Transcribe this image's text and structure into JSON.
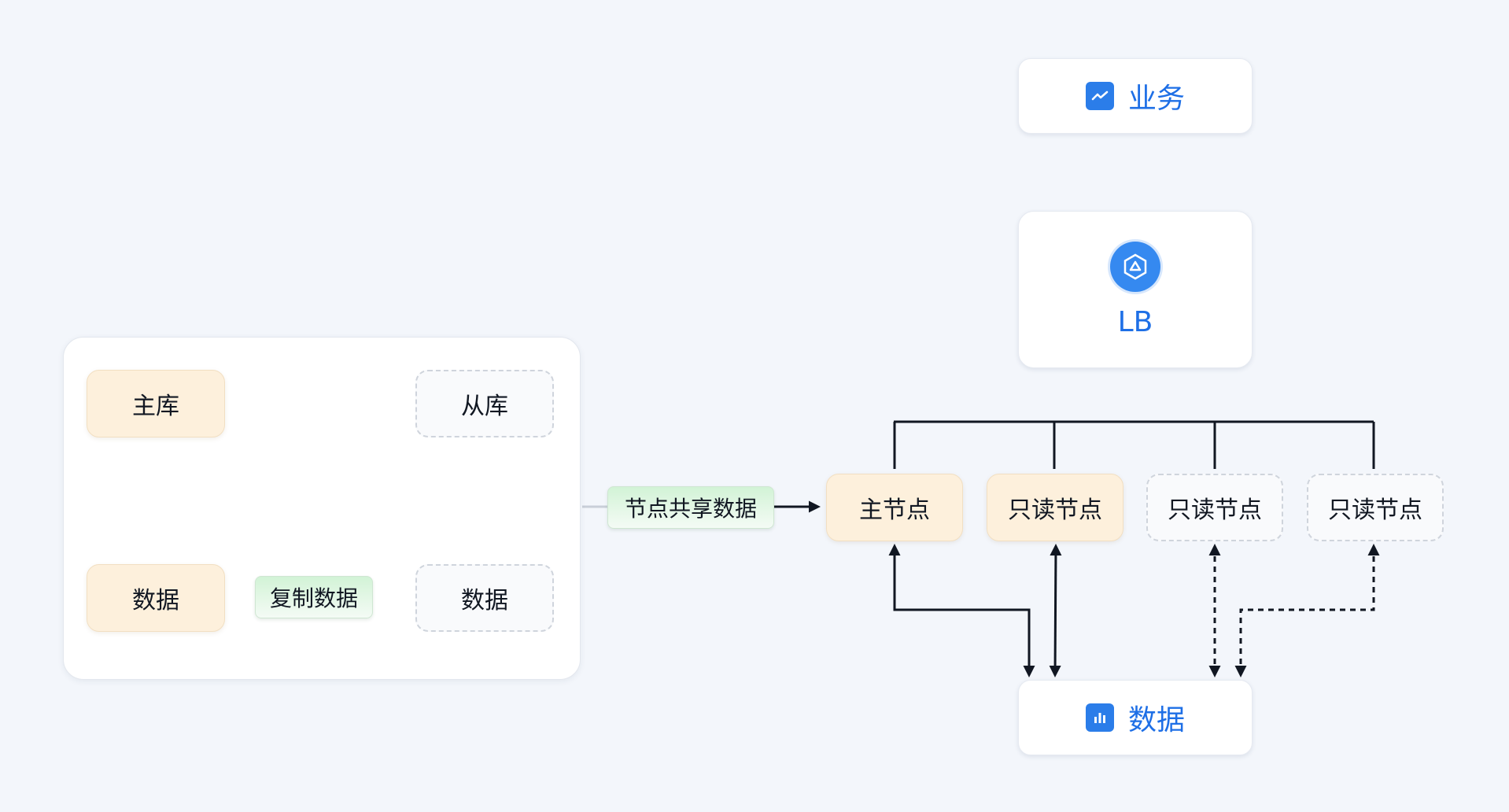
{
  "top": {
    "business_label": "业务",
    "business_icon": "trend-chart-icon",
    "lb_label": "LB",
    "lb_icon": "load-balancer-icon",
    "data_label": "数据",
    "data_icon": "bar-chart-icon"
  },
  "cluster": {
    "nodes": [
      "主节点",
      "只读节点",
      "只读节点",
      "只读节点"
    ],
    "share_tag": "节点共享数据"
  },
  "legacy": {
    "master_db": "主库",
    "slave_db": "从库",
    "master_data": "数据",
    "slave_data": "数据",
    "copy_tag": "复制数据"
  },
  "colors": {
    "background": "#f3f6fb",
    "primary_fill": "#fdf0dc",
    "accent_blue": "#1e6fe6",
    "tag_green": "#d2f3d6",
    "line": "#111722"
  }
}
